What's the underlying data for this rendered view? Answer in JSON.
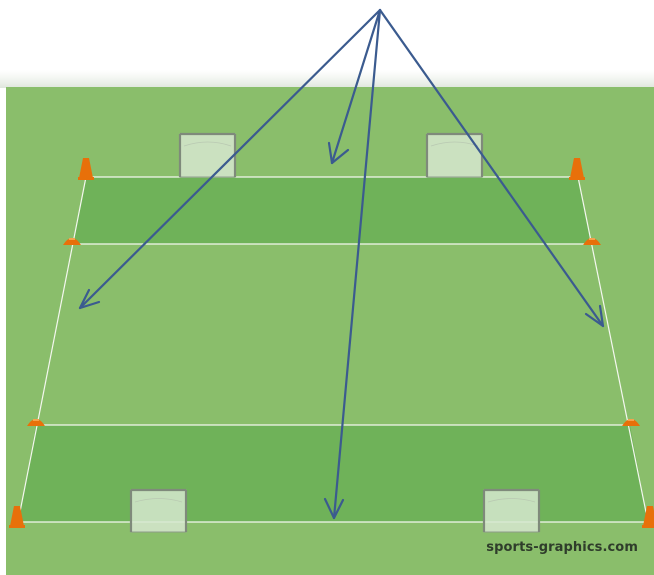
{
  "diagram": {
    "colors": {
      "field": "#8abe6b",
      "zone": "#6fb259",
      "line": "#f4f7ef",
      "arrow": "#3b5b8f",
      "cone": "#e8700a",
      "goal_frame": "#8e9a8a",
      "goal_net": "#d6e8cf"
    },
    "elements": {
      "end_zones": [
        "far-end-zone",
        "near-end-zone"
      ],
      "goals": [
        "far-left-goal",
        "far-right-goal",
        "near-left-goal",
        "near-right-goal"
      ],
      "cones": [
        "far-left-tall-cone",
        "far-right-tall-cone",
        "far-left-disc-cone",
        "far-right-disc-cone",
        "near-left-disc-cone",
        "near-right-disc-cone",
        "near-left-tall-cone",
        "near-right-tall-cone"
      ],
      "arrows": [
        "arrow-far-center",
        "arrow-left-side",
        "arrow-right-side",
        "arrow-near-center"
      ]
    },
    "credit": "sports-graphics.com"
  }
}
